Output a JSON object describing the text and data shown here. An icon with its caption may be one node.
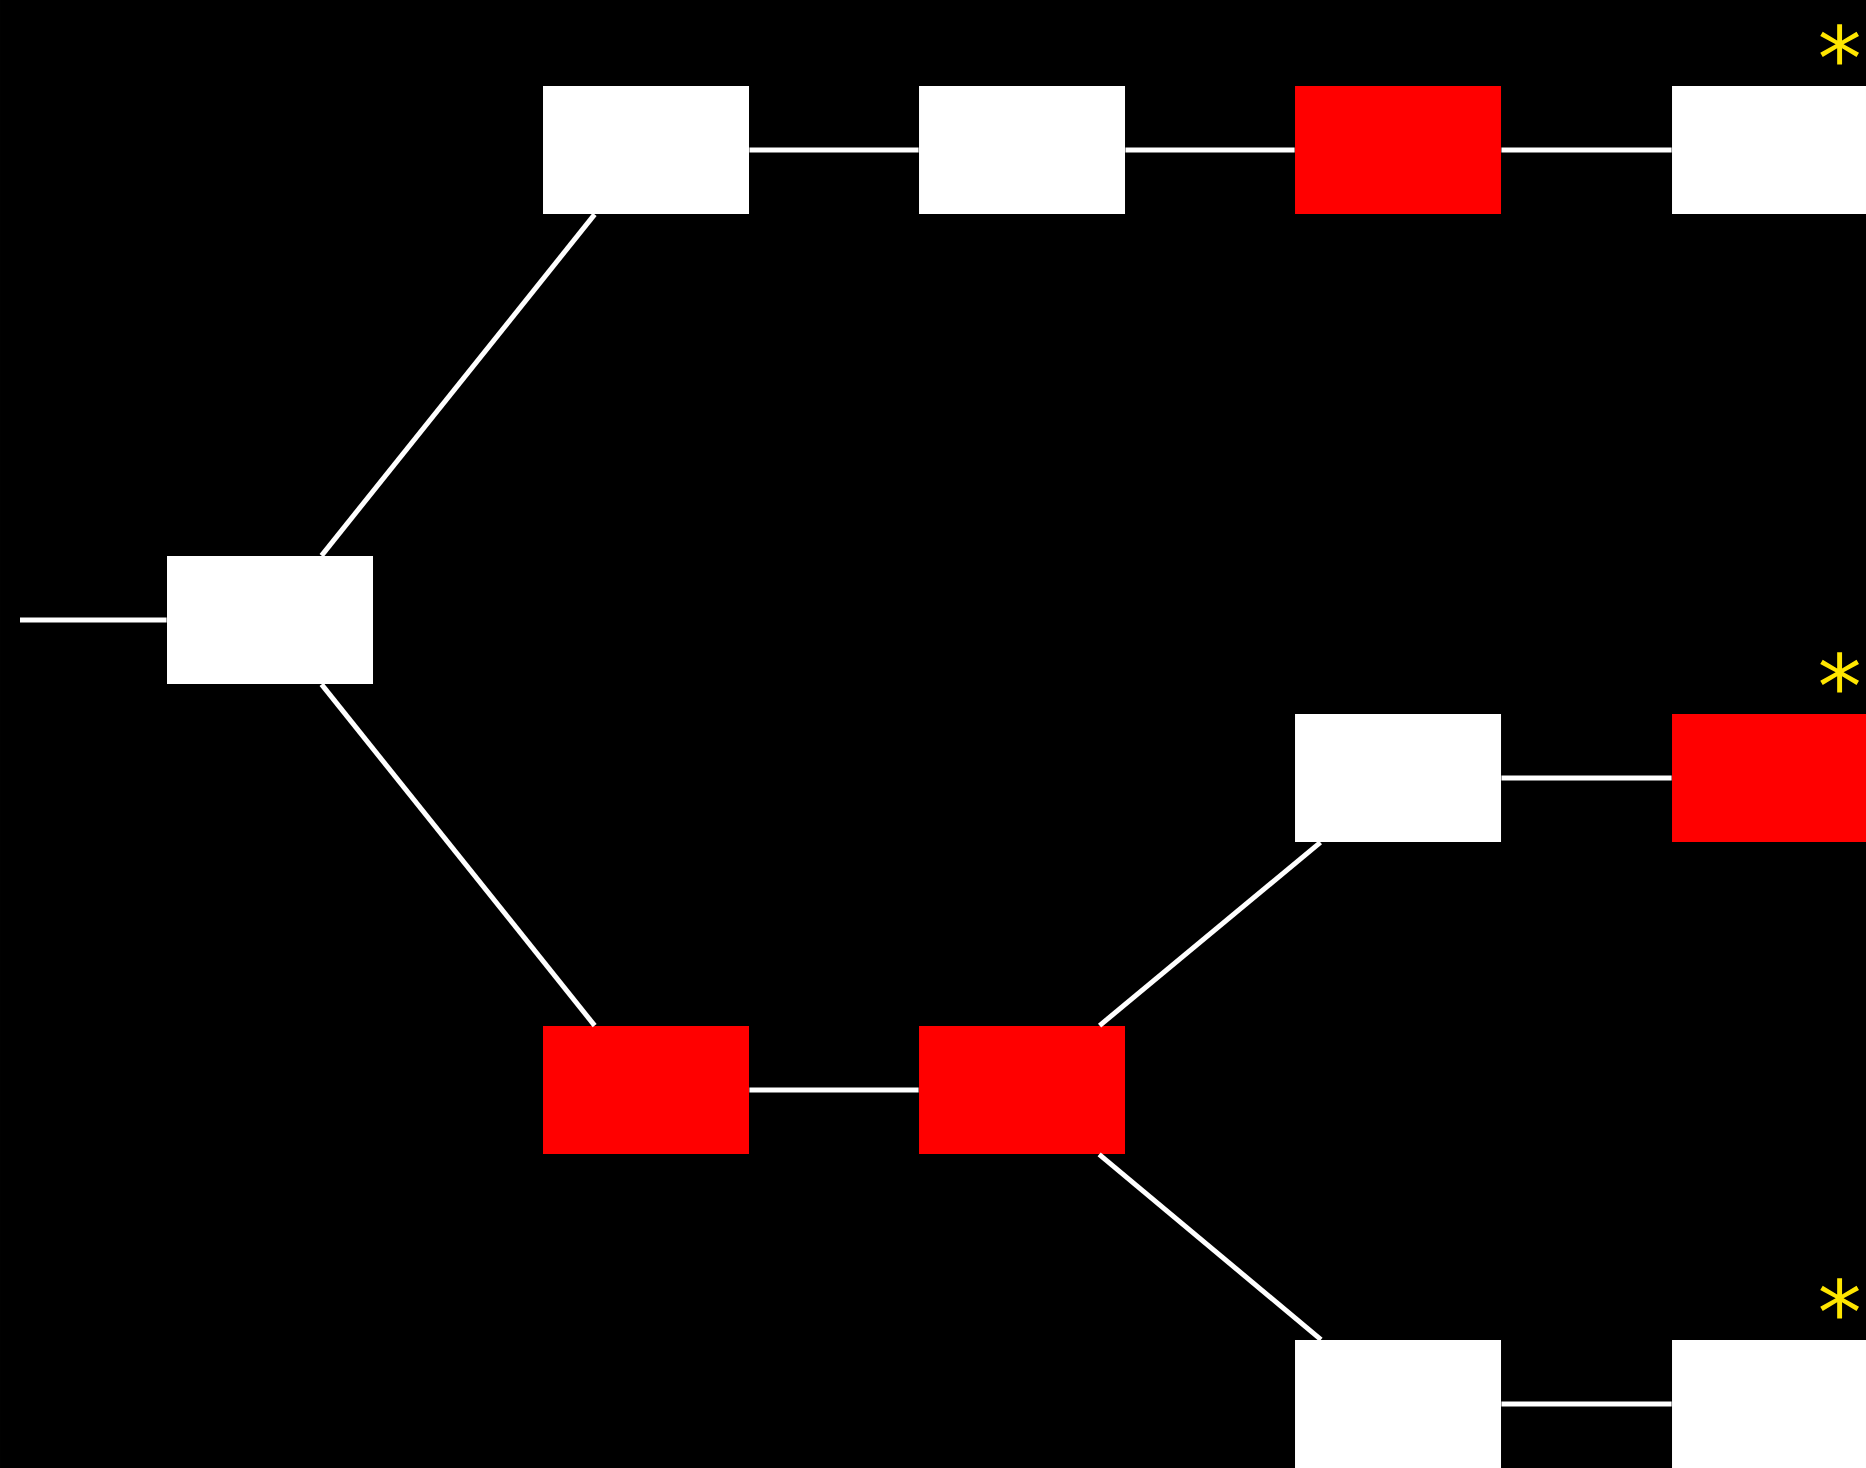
{
  "diagram": {
    "nodes": [
      {
        "text": [],
        "shape": "box"
      },
      {
        "text": [],
        "shape": "box"
      },
      {
        "text": [],
        "shape": "box"
      },
      {
        "text": [],
        "shape": "box"
      },
      {
        "text": [],
        "shape": "box",
        "beside": [
          "*"
        ]
      },
      {
        "text": [],
        "shape": "box"
      },
      {
        "text": [],
        "shape": "box",
        "beside": [
          "*"
        ]
      },
      {
        "text": [],
        "shape": "box"
      },
      {
        "text": [],
        "shape": "box"
      },
      {
        "text": [],
        "shape": "box"
      },
      {
        "text": [],
        "shape": "box",
        "beside": [
          "*"
        ]
      }
    ],
    "edges": [
      {
        "from": null,
        "to": 0,
        "arrow": "none"
      },
      {
        "from": 0,
        "to": 1,
        "arrow": "none"
      },
      {
        "from": 1,
        "to": 2,
        "arrow": "none"
      },
      {
        "from": 2,
        "to": 3,
        "arrow": "none"
      },
      {
        "from": 3,
        "to": 4,
        "arrow": "none"
      },
      {
        "from": 0,
        "to": 7,
        "arrow": "none"
      },
      {
        "from": 7,
        "to": 8,
        "arrow": "none"
      },
      {
        "from": 8,
        "to": 5,
        "arrow": "none"
      },
      {
        "from": 5,
        "to": 6,
        "arrow": "none"
      },
      {
        "from": 8,
        "to": 9,
        "arrow": "none"
      },
      {
        "from": 9,
        "to": 10,
        "arrow": "none"
      }
    ]
  }
}
